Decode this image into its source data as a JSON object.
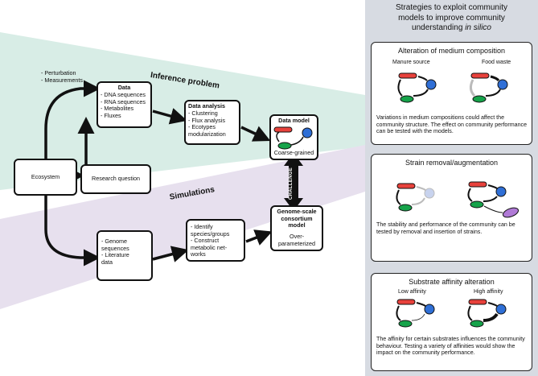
{
  "panel": {
    "title_lines": [
      "Strategies to exploit community",
      "models to improve community",
      "understanding"
    ],
    "title_italic": "in silico",
    "cards": [
      {
        "title": "Alteration of medium composition",
        "sub_left": "Manure source",
        "sub_right": "Food waste",
        "desc": "Variations in medium compositions could affect the community structure. The effect on community performance can be tested with the models."
      },
      {
        "title": "Strain removal/augmentation",
        "sub_left": "",
        "sub_right": "",
        "desc": "The stability and performance of the community can be tested by removal and insertion of strains."
      },
      {
        "title": "Substrate affinity alteration",
        "sub_left": "Low affinity",
        "sub_right": "High affinity",
        "desc": "The affinity for certain substrates influences the community behaviour. Testing a variety of affinities would show the impact on the community performance."
      }
    ]
  },
  "flow": {
    "inference_label": "Inference problem",
    "simulations_label": "Simulations",
    "challenge_label": "CHALLENGE",
    "perturbation_text": "- Perturbation\n- Measurements",
    "ecosystem": "Ecosystem",
    "research_question": "Research question",
    "data_title": "Data",
    "data_items": "- DNA sequences\n- RNA sequences\n- Metabolites\n- Fluxes",
    "analysis_title": "Data analysis",
    "analysis_items": "- Clustering\n- Flux analysis\n- Ecotypes\n  modularization",
    "data_model_title": "Data model",
    "data_model_sub": "Coarse-grained",
    "genome_items": "- Genome\n  sequences\n- Literature\n  data",
    "identify_items": "- Identify\n  species/groups\n- Construct\n  metabolic net-\n  works",
    "gsm_title": "Genome-scale\nconsortium\nmodel",
    "gsm_sub": "Over-\nparameterized"
  },
  "colors": {
    "panel_bg": "#d7dbe2",
    "inference_band": "#d8ede6",
    "simulation_band": "#e7e0ee",
    "red": "#e8413b",
    "green": "#16a34a",
    "blue": "#2f6fd6",
    "purple": "#b07ad6"
  }
}
